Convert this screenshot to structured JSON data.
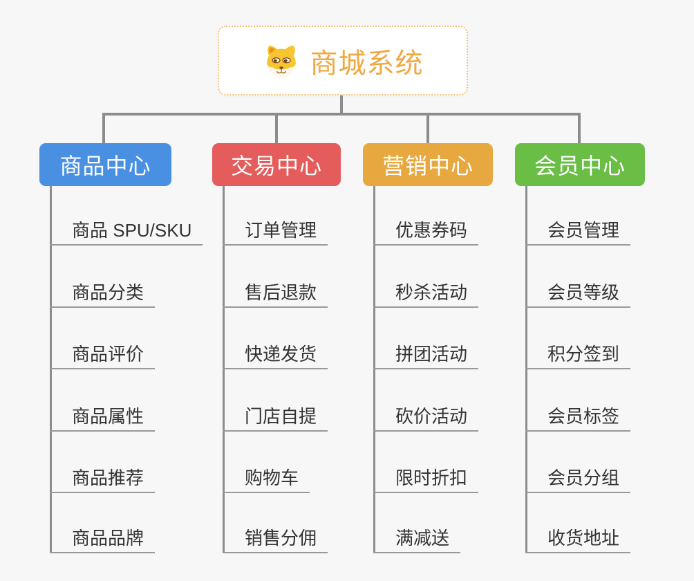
{
  "canvas": {
    "background_color": "#f7f7f7",
    "connector_color": "#8c8c8c",
    "underline_color": "#999999"
  },
  "root": {
    "title": "商城系统",
    "icon": "dog-face-icon",
    "title_color": "#f0a942",
    "border_color": "#f3c173"
  },
  "branches": [
    {
      "label": "商品中心",
      "color": "#4a90e2",
      "items": [
        "商品 SPU/SKU",
        "商品分类",
        "商品评价",
        "商品属性",
        "商品推荐",
        "商品品牌"
      ]
    },
    {
      "label": "交易中心",
      "color": "#e45c5c",
      "items": [
        "订单管理",
        "售后退款",
        "快递发货",
        "门店自提",
        "购物车",
        "销售分佣"
      ]
    },
    {
      "label": "营销中心",
      "color": "#e7a93f",
      "items": [
        "优惠券码",
        "秒杀活动",
        "拼团活动",
        "砍价活动",
        "限时折扣",
        "满减送"
      ]
    },
    {
      "label": "会员中心",
      "color": "#6abe45",
      "items": [
        "会员管理",
        "会员等级",
        "积分签到",
        "会员标签",
        "会员分组",
        "收货地址"
      ]
    }
  ]
}
